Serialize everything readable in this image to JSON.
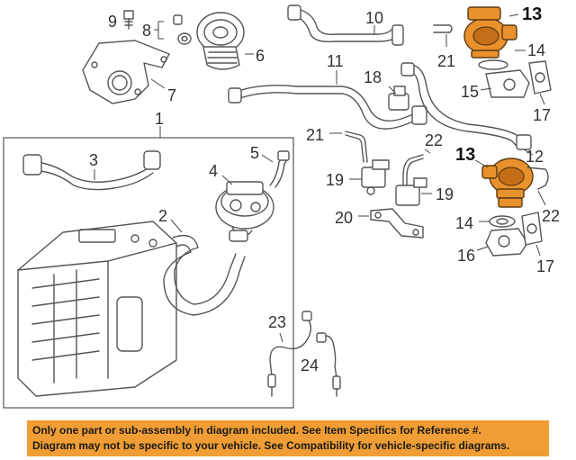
{
  "callouts": {
    "c1": "1",
    "c2": "2",
    "c3": "3",
    "c4": "4",
    "c5": "5",
    "c6": "6",
    "c7": "7",
    "c8": "8",
    "c9": "9",
    "c10": "10",
    "c11": "11",
    "c12": "12",
    "c13a": "13",
    "c13b": "13",
    "c14a": "14",
    "c14b": "14",
    "c15": "15",
    "c16": "16",
    "c17a": "17",
    "c17b": "17",
    "c18": "18",
    "c19a": "19",
    "c19b": "19",
    "c20": "20",
    "c21a": "21",
    "c21b": "21",
    "c22a": "22",
    "c22b": "22",
    "c23": "23",
    "c24": "24"
  },
  "highlight_color": "#e8912d",
  "banner": {
    "color": "#ef9d34",
    "line1": "Only one part or sub-assembly in diagram included. See Item Specifics for Reference #.",
    "line2": "Diagram may not be specific to your vehicle. See Compatibility for vehicle-specific diagrams."
  }
}
